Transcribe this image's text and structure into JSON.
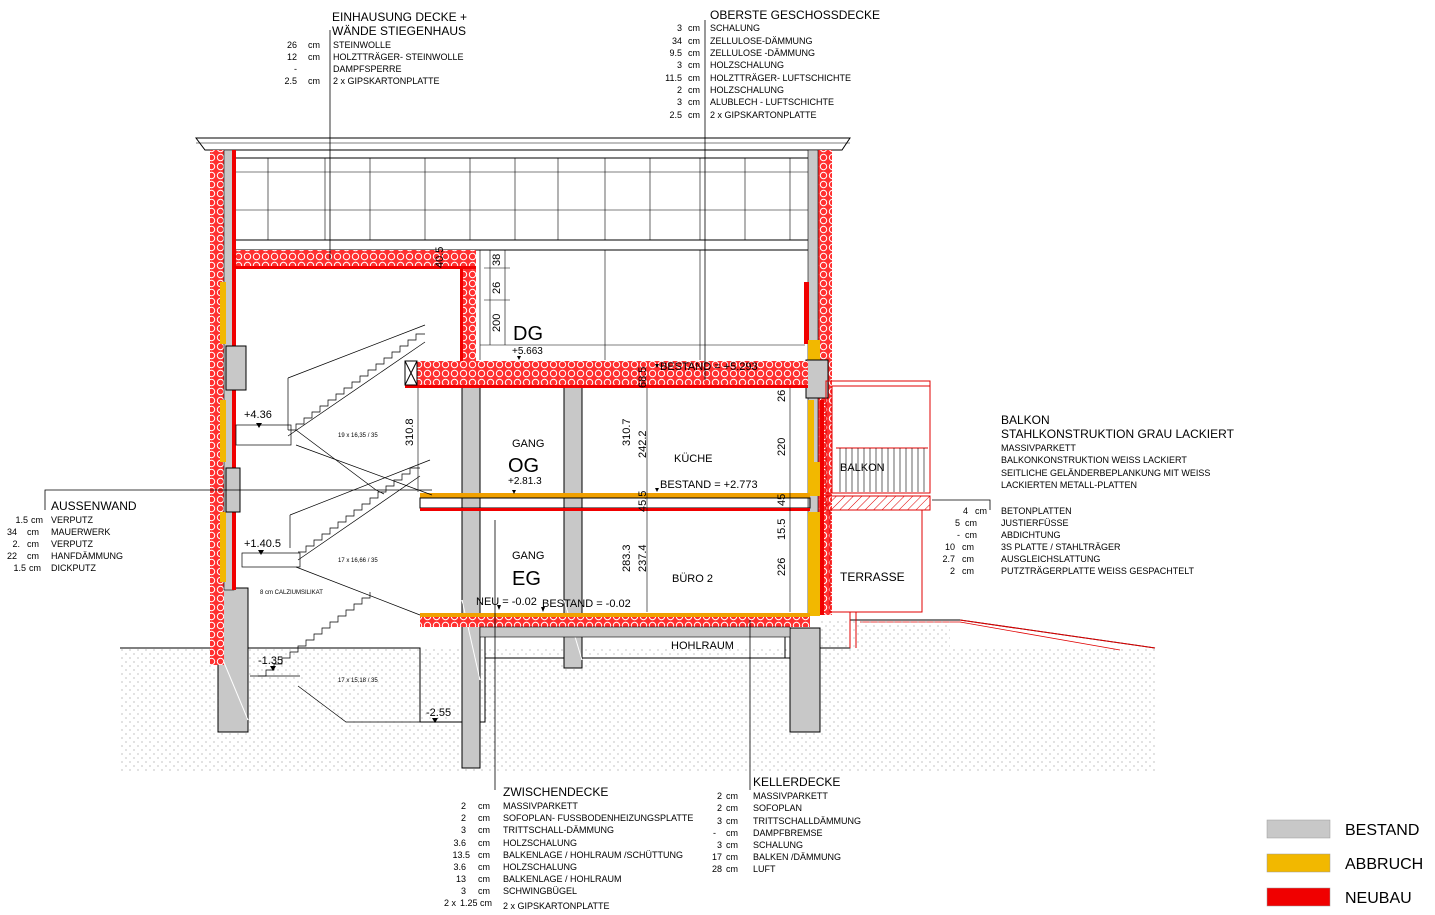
{
  "legend": {
    "items": [
      {
        "label": "BESTAND",
        "color": "#c8c8c8"
      },
      {
        "label": "ABBRUCH",
        "color": "#f2b800"
      },
      {
        "label": "NEUBAU",
        "color": "#f00000"
      }
    ]
  },
  "rooms": {
    "dg": "DG",
    "og": "OG",
    "eg": "EG",
    "gang_og": "GANG",
    "gang_eg": "GANG",
    "kueche": "KÜCHE",
    "buero": "BÜRO 2",
    "balkon": "BALKON",
    "terrasse": "TERRASSE",
    "hohlraum": "HOHLRAUM"
  },
  "levels": {
    "dg": "+5.663",
    "og": "+2.81.3",
    "stair_upper": "+4.36",
    "stair_mid": "+1.40.5",
    "stair_low": "-1.35",
    "basement": "-2.55",
    "bestand_dg": "BESTAND = +5.293",
    "bestand_og": "BESTAND = +2.773",
    "bestand_eg": "BESTAND = -0.02",
    "neu_eg": "NEU = -0.02"
  },
  "dimensions": {
    "d405": "40.5",
    "d38": "38",
    "d26a": "26",
    "d200": "200",
    "d685": "68.5",
    "d3108": "310.8",
    "d3107": "310.7",
    "d2422": "242.2",
    "d26b": "26",
    "d220": "220",
    "d455": "45.5",
    "d2833": "283.3",
    "d2374": "237.4",
    "d155": "15.5",
    "d45": "45",
    "d226": "226"
  },
  "stairs": {
    "upper": "19 x 16,35 / 35",
    "mid": "17 x 16,66 / 35",
    "low": "17 x 15,18 / 35",
    "note": "8 cm CALZIUMSILIKAT"
  },
  "annotations": {
    "einhausung": {
      "title1": "EINHAUSUNG DECKE +",
      "title2": "WÄNDE STIEGENHAUS",
      "rows": [
        {
          "n": "26",
          "u": "cm",
          "d": "STEINWOLLE"
        },
        {
          "n": "12",
          "u": "cm",
          "d": "HOLZTTRÄGER- STEINWOLLE"
        },
        {
          "n": "-",
          "u": "",
          "d": "DAMPFSPERRE"
        },
        {
          "n": "2.5",
          "u": "cm",
          "d": "2 x GIPSKARTONPLATTE"
        }
      ]
    },
    "oberste": {
      "title": "OBERSTE GESCHOSSDECKE",
      "rows": [
        {
          "n": "3",
          "u": "cm",
          "d": "SCHALUNG"
        },
        {
          "n": "34",
          "u": "cm",
          "d": "ZELLULOSE-DÄMMUNG"
        },
        {
          "n": "9.5",
          "u": "cm",
          "d": "ZELLULOSE -DÄMMUNG"
        },
        {
          "n": "3",
          "u": "cm",
          "d": "HOLZSCHALUNG"
        },
        {
          "n": "11.5",
          "u": "cm",
          "d": "HOLZTTRÄGER- LUFTSCHICHTE"
        },
        {
          "n": "2",
          "u": "cm",
          "d": "HOLZSCHALUNG"
        },
        {
          "n": "3",
          "u": "cm",
          "d": "ALUBLECH - LUFTSCHICHTE"
        },
        {
          "n": "2.5",
          "u": "cm",
          "d": "2 x GIPSKARTONPLATTE"
        }
      ]
    },
    "balkon": {
      "title1": "BALKON",
      "title2": "STAHLKONSTRUKTION GRAU LACKIERT",
      "lines": [
        "MASSIVPARKETT",
        "BALKONKONSTRUKTION WEISS LACKIERT",
        "SEITLICHE GELÄNDERBEPLANKUNG MIT WEISS",
        "LACKIERTEN METALL-PLATTEN"
      ]
    },
    "terrasse": {
      "rows": [
        {
          "n": "4",
          "u": "cm",
          "d": "BETONPLATTEN"
        },
        {
          "n": "5",
          "u": "cm",
          "d": "JUSTIERFÜSSE"
        },
        {
          "n": "-",
          "u": "cm",
          "d": "ABDICHTUNG"
        },
        {
          "n": "10",
          "u": "cm",
          "d": "3S PLATTE / STAHLTRÄGER"
        },
        {
          "n": "2.7",
          "u": "cm",
          "d": "AUSGLEICHSLATTUNG"
        },
        {
          "n": "2",
          "u": "cm",
          "d": "PUTZTRÄGERPLATTE WEISS GESPACHTELT"
        }
      ]
    },
    "aussenwand": {
      "title": "AUSSENWAND",
      "rows": [
        {
          "n": "1.5",
          "u": "cm",
          "d": "VERPUTZ"
        },
        {
          "n": "34",
          "u": "cm",
          "d": "MAUERWERK"
        },
        {
          "n": "2.",
          "u": "cm",
          "d": "VERPUTZ"
        },
        {
          "n": "22",
          "u": "cm",
          "d": "HANFDÄMMUNG"
        },
        {
          "n": "1.5",
          "u": "cm",
          "d": "DICKPUTZ"
        }
      ]
    },
    "zwischendecke": {
      "title": "ZWISCHENDECKE",
      "rows": [
        {
          "n": "2",
          "u": "cm",
          "d": "MASSIVPARKETT"
        },
        {
          "n": "2",
          "u": "cm",
          "d": "SOFOPLAN- FUSSBODENHEIZUNGSPLATTE"
        },
        {
          "n": "3",
          "u": "cm",
          "d": "TRITTSCHALL-DÄMMUNG"
        },
        {
          "n": "3.6",
          "u": "cm",
          "d": "HOLZSCHALUNG"
        },
        {
          "n": "13.5",
          "u": "cm",
          "d": "BALKENLAGE / HOHLRAUM /SCHÜTTUNG"
        },
        {
          "n": "3.6",
          "u": "cm",
          "d": "HOLZSCHALUNG"
        },
        {
          "n": "13",
          "u": "cm",
          "d": "BALKENLAGE / HOHLRAUM"
        },
        {
          "n": "3",
          "u": "cm",
          "d": "SCHWINGBÜGEL"
        },
        {
          "n": "2 x",
          "u": "1.25 cm",
          "d": "2 x GIPSKARTONPLATTE"
        }
      ]
    },
    "kellerdecke": {
      "title": "KELLERDECKE",
      "rows": [
        {
          "n": "2",
          "u": "cm",
          "d": "MASSIVPARKETT"
        },
        {
          "n": "2",
          "u": "cm",
          "d": "SOFOPLAN"
        },
        {
          "n": "3",
          "u": "cm",
          "d": "TRITTSCHALLDÄMMUNG"
        },
        {
          "n": "-",
          "u": "cm",
          "d": "DAMPFBREMSE"
        },
        {
          "n": "3",
          "u": "cm",
          "d": "SCHALUNG"
        },
        {
          "n": "17",
          "u": "cm",
          "d": "BALKEN /DÄMMUNG"
        },
        {
          "n": "28",
          "u": "cm",
          "d": "LUFT"
        }
      ]
    }
  }
}
